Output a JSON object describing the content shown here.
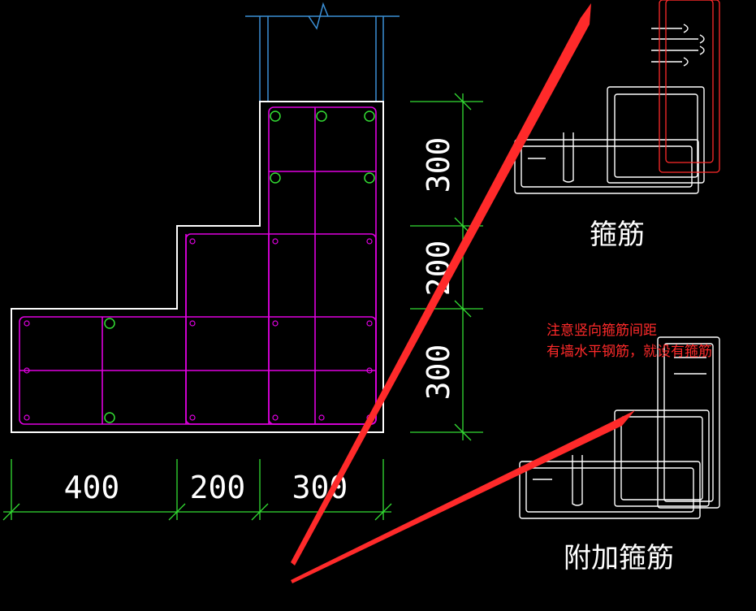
{
  "dimensions": {
    "vertical": [
      "300",
      "200",
      "300"
    ],
    "horizontal": [
      "400",
      "200",
      "300"
    ]
  },
  "labels": {
    "stirrup": "箍筋",
    "additional_stirrup": "附加箍筋"
  },
  "note": {
    "line1": "注意竖向箍筋间距",
    "line2": "有墙水平钢筋，就设有箍筋"
  },
  "colors": {
    "background": "#000000",
    "outline": "#ffffff",
    "rebar": "#e000e0",
    "dimension": "#33dd33",
    "wall": "#3a8fd6",
    "arrow": "#ff2a2a"
  }
}
